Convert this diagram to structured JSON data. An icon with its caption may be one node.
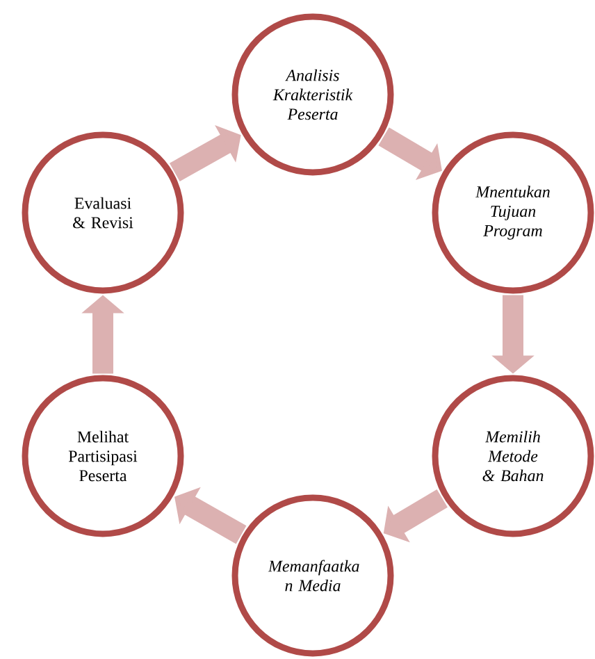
{
  "diagram": {
    "nodes": [
      {
        "text": [
          "Analisis Krakteristik Peserta"
        ]
      },
      {
        "text": [
          "Mnentukan Tujuan Program"
        ]
      },
      {
        "text": [
          "Memilih Metode & Bahan"
        ]
      },
      {
        "text": [
          "Memanfaatka n Media"
        ]
      },
      {
        "text": [
          "Melihat Partisipasi Peserta"
        ]
      },
      {
        "text": [
          "Evaluasi & Revisi"
        ]
      }
    ],
    "edges": [
      {
        "from": 0,
        "to": 1,
        "arrow": "to"
      },
      {
        "from": 1,
        "to": 2,
        "arrow": "to"
      },
      {
        "from": 2,
        "to": 3,
        "arrow": "to"
      },
      {
        "from": 3,
        "to": 4,
        "arrow": "to"
      },
      {
        "from": 4,
        "to": 5,
        "arrow": "to"
      },
      {
        "from": 5,
        "to": 0,
        "arrow": "to"
      }
    ]
  }
}
